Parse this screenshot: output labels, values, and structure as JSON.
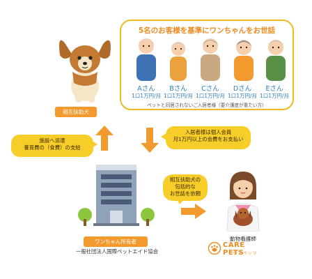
{
  "panel": {
    "title": "5名のお客様を基準にワンちゃんをお世話",
    "persons": [
      {
        "name": "Aさん",
        "fee": "1口1万円/月"
      },
      {
        "name": "Bさん",
        "fee": "1口1万円/月"
      },
      {
        "name": "Cさん",
        "fee": "1口1万円/月"
      },
      {
        "name": "Dさん",
        "fee": "1口1万円/月"
      },
      {
        "name": "Eさん",
        "fee": "1口1万円/月"
      }
    ],
    "note": "ペットと同居されないご入居者様（要介護度が重たい方）"
  },
  "dog_label": "相互扶助犬",
  "left_bubble": {
    "line1": "施設へ派遣",
    "line2": "養育費の（食費）の支給"
  },
  "right_bubble": {
    "line1": "入居者様は個人会員",
    "line2": "月1万円以上の会費をお支払い"
  },
  "center_bubble": {
    "line1": "相互扶助犬の",
    "line2": "包括的な",
    "line3": "お世話を依頼"
  },
  "owner_label": "ワンちゃん所有者",
  "owner_org": "一般社団法人国際ペットエイド協会",
  "nurse_label": "動物看護師",
  "logo": {
    "main": "CARE PETS",
    "sub": "ケアペッツ"
  },
  "colors": {
    "orange": "#f39a2e",
    "yellow": "#f6ca24",
    "blue": "#2c7fb8"
  }
}
